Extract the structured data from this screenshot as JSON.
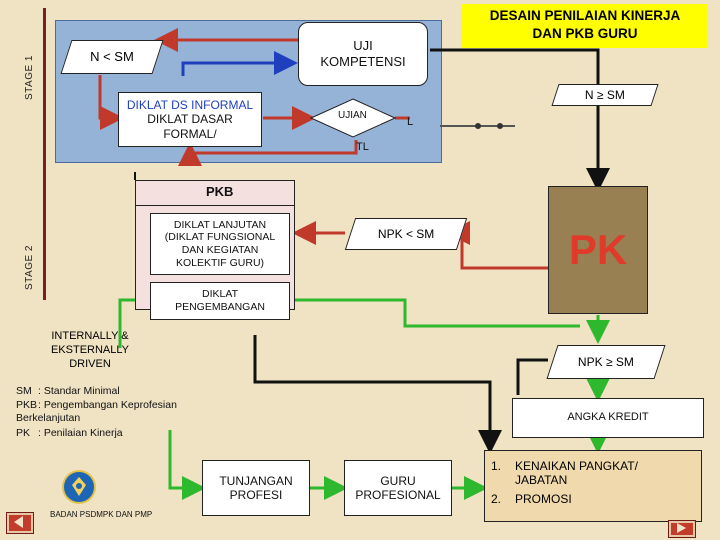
{
  "title": {
    "line1": "DESAIN PENILAIAN KINERJA",
    "line2": "DAN PKB GURU"
  },
  "stage1_label": "STAGE 1",
  "stage2_label": "STAGE 2",
  "nodes": {
    "n_less_sm": "N < SM",
    "uji_kompetensi": "UJI KOMPETENSI",
    "n_geq_sm": "N ≥ SM",
    "diklat_ds": {
      "line1": "DIKLAT DS INFORMAL",
      "line2": "DIKLAT DASAR",
      "line3": "FORMAL/"
    },
    "ujian": "UJIAN",
    "l": "L",
    "tl": "TL",
    "pkb": "PKB",
    "diklat_lanjutan": "DIKLAT LANJUTAN (DIKLAT FUNGSIONAL DAN KEGIATAN KOLEKTIF GURU)",
    "npk_less_sm": "NPK < SM",
    "pk": "PK",
    "diklat_pengembangan": {
      "line1": "DIKLAT",
      "line2": "PENGEMBANGAN"
    },
    "internally": {
      "line1": "INTERNALLY &",
      "line2": "EKSTERNALLY DRIVEN"
    },
    "npk_geq_sm": "NPK ≥ SM",
    "angka_kredit": "ANGKA KREDIT",
    "tunjangan": {
      "line1": "TUNJANGAN",
      "line2": "PROFESI"
    },
    "guru_profesional": {
      "line1": "GURU",
      "line2": "PROFESIONAL"
    },
    "outcomes": [
      {
        "num": "1.",
        "text": "KENAIKAN PANGKAT/ JABATAN"
      },
      {
        "num": "2.",
        "text": "PROMOSI"
      }
    ]
  },
  "glossary": [
    {
      "abbr": "SM",
      "def": ": Standar Minimal"
    },
    {
      "abbr": "PKB",
      "def": ": Pengembangan Keprofesian Berkelanjutan"
    },
    {
      "abbr": "PK",
      "def": ": Penilaian Kinerja"
    }
  ],
  "logo_caption": "BADAN PSDMPK DAN PMP",
  "colors": {
    "stage1_panel": "#95b3d7",
    "pk_box": "#998052",
    "red_arrow": "#c0392b",
    "green_arrow": "#2eb82e",
    "blue_arrow": "#1f3fbf",
    "outcome_box": "#f0d9ad"
  },
  "icons": [
    "logo-emblem-icon",
    "nav-back-icon",
    "nav-forward-icon"
  ]
}
